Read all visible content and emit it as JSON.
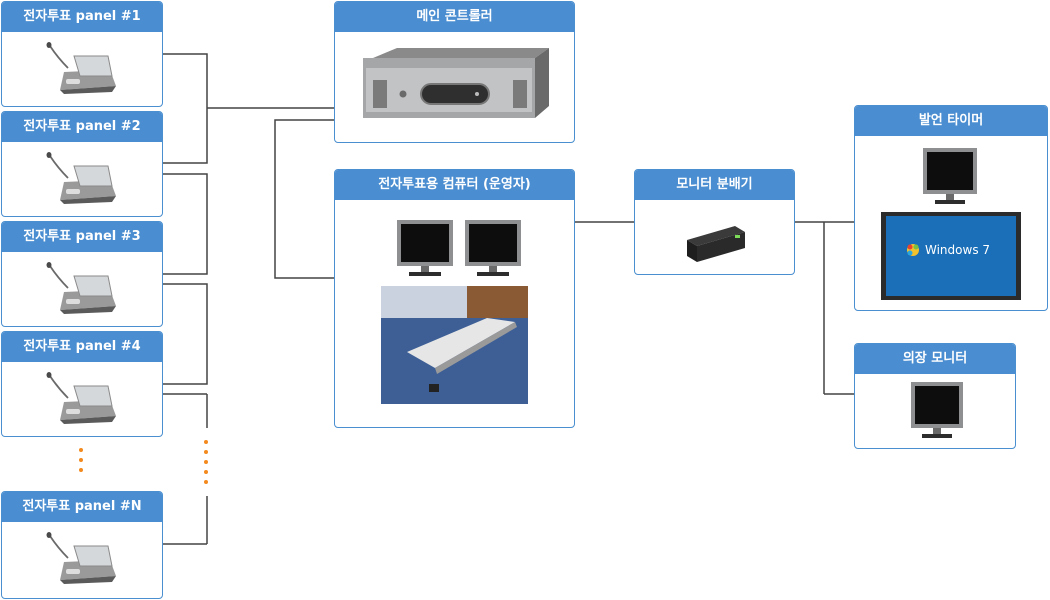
{
  "panels": [
    {
      "title": "전자투표 panel #1"
    },
    {
      "title": "전자투표 panel #2"
    },
    {
      "title": "전자투표 panel #3"
    },
    {
      "title": "전자투표 panel #4"
    },
    {
      "title": "전자투표 panel #N"
    }
  ],
  "main_controller": {
    "title": "메인 콘트롤러"
  },
  "operator_pc": {
    "title": "전자투표용 컴퓨터 (운영자)"
  },
  "monitor_splitter": {
    "title": "모니터 분배기"
  },
  "speech_timer": {
    "title": "발언 타이머",
    "screen_text": "Windows 7"
  },
  "hall_monitor": {
    "title": "의장 모니터"
  },
  "colors": {
    "header": "#4a8dd0",
    "border": "#4a8fcf",
    "line": "#444444",
    "dots": "#f28a1e"
  },
  "icons": [
    "conference-microphone-icon",
    "controller-rack-icon",
    "lcd-monitor-icon",
    "meeting-room-photo",
    "splitter-box-icon",
    "large-display-icon"
  ]
}
